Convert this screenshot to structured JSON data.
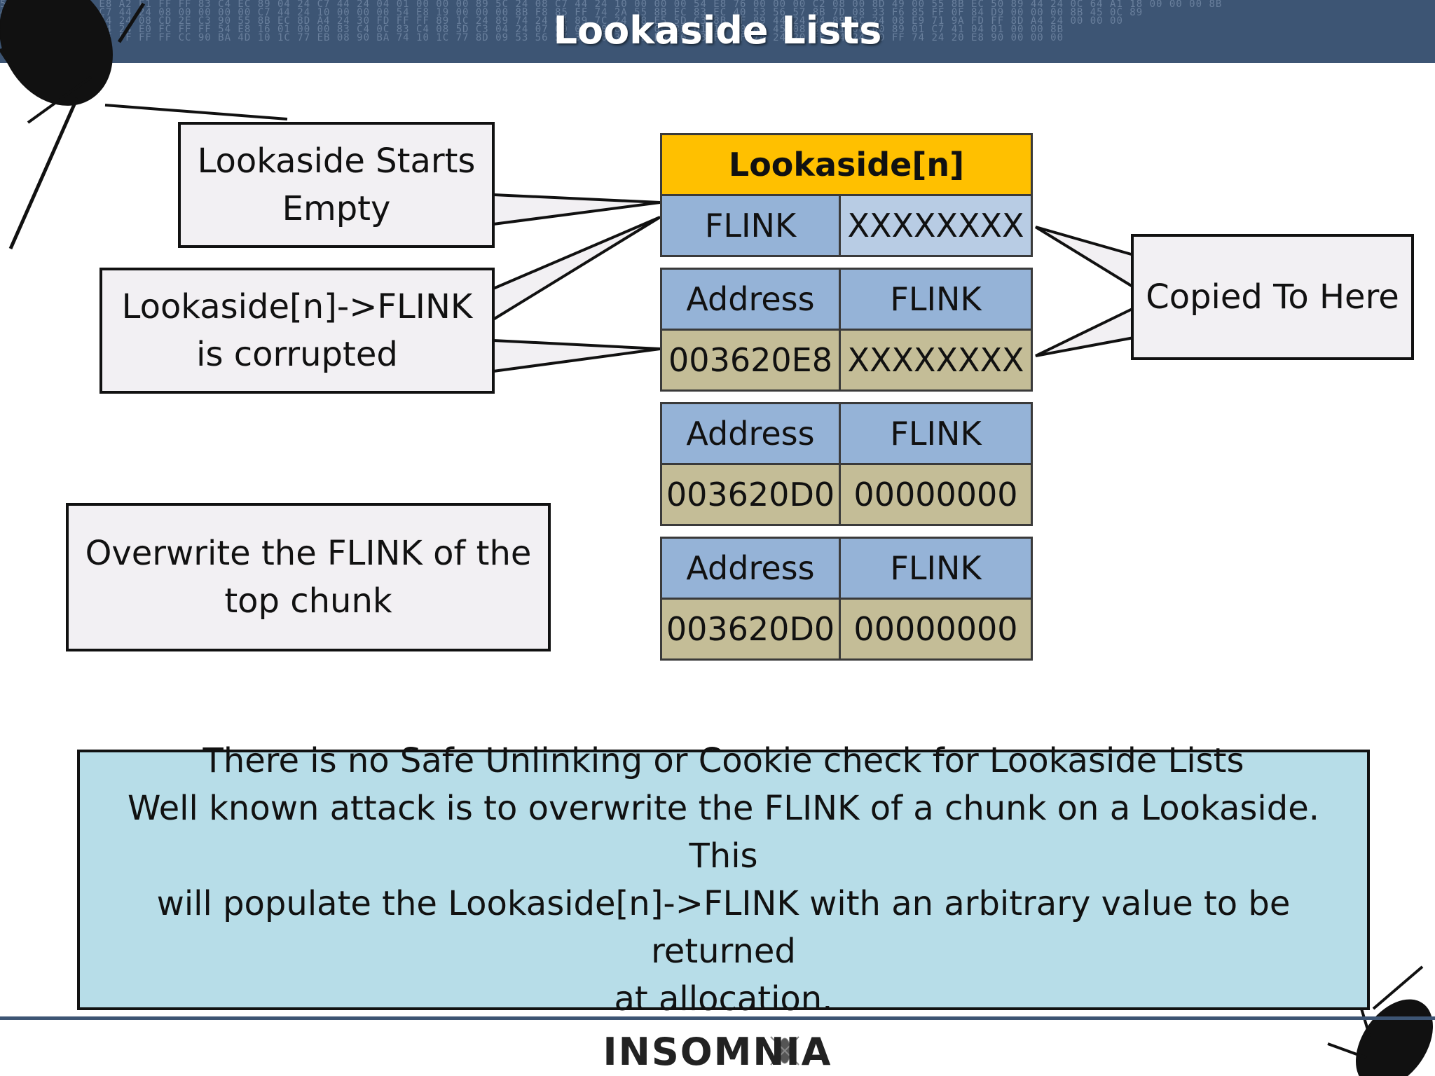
{
  "slide": {
    "title": "Lookaside Lists",
    "logo_text": "INSOMNIA"
  },
  "callouts": {
    "starts_empty": [
      "Lookaside Starts",
      "Empty"
    ],
    "flink_corrupted": [
      "Lookaside[n]->FLINK",
      "is corrupted"
    ],
    "copied_to_here": [
      "Copied To Here"
    ],
    "overwrite_flink": [
      "Overwrite the FLINK of the",
      "top chunk"
    ]
  },
  "lookaside_table": {
    "header": "Lookaside[n]",
    "flink_label": "FLINK",
    "flink_value": "XXXXXXXX"
  },
  "chunks": [
    {
      "col1_header": "Address",
      "col2_header": "FLINK",
      "address": "003620E8",
      "flink": "XXXXXXXX"
    },
    {
      "col1_header": "Address",
      "col2_header": "FLINK",
      "address": "003620D0",
      "flink": "00000000"
    },
    {
      "col1_header": "Address",
      "col2_header": "FLINK",
      "address": "003620D0",
      "flink": "00000000"
    }
  ],
  "note": {
    "lines": [
      "There is no Safe Unlinking or Cookie check for Lookaside Lists",
      "Well known attack is to overwrite the FLINK of a chunk on a Lookaside. This",
      "will populate the Lookaside[n]->FLINK with an arbitrary value to be returned",
      "at allocation."
    ]
  },
  "colors": {
    "header_bg": "#3d5574",
    "lookaside_header": "#ffc000",
    "cell_blue": "#95b3d7",
    "cell_lightblue": "#b8cce4",
    "cell_tan": "#c4bd97",
    "callout_bg": "#f2f0f3",
    "note_bg": "#b7dde8"
  }
}
